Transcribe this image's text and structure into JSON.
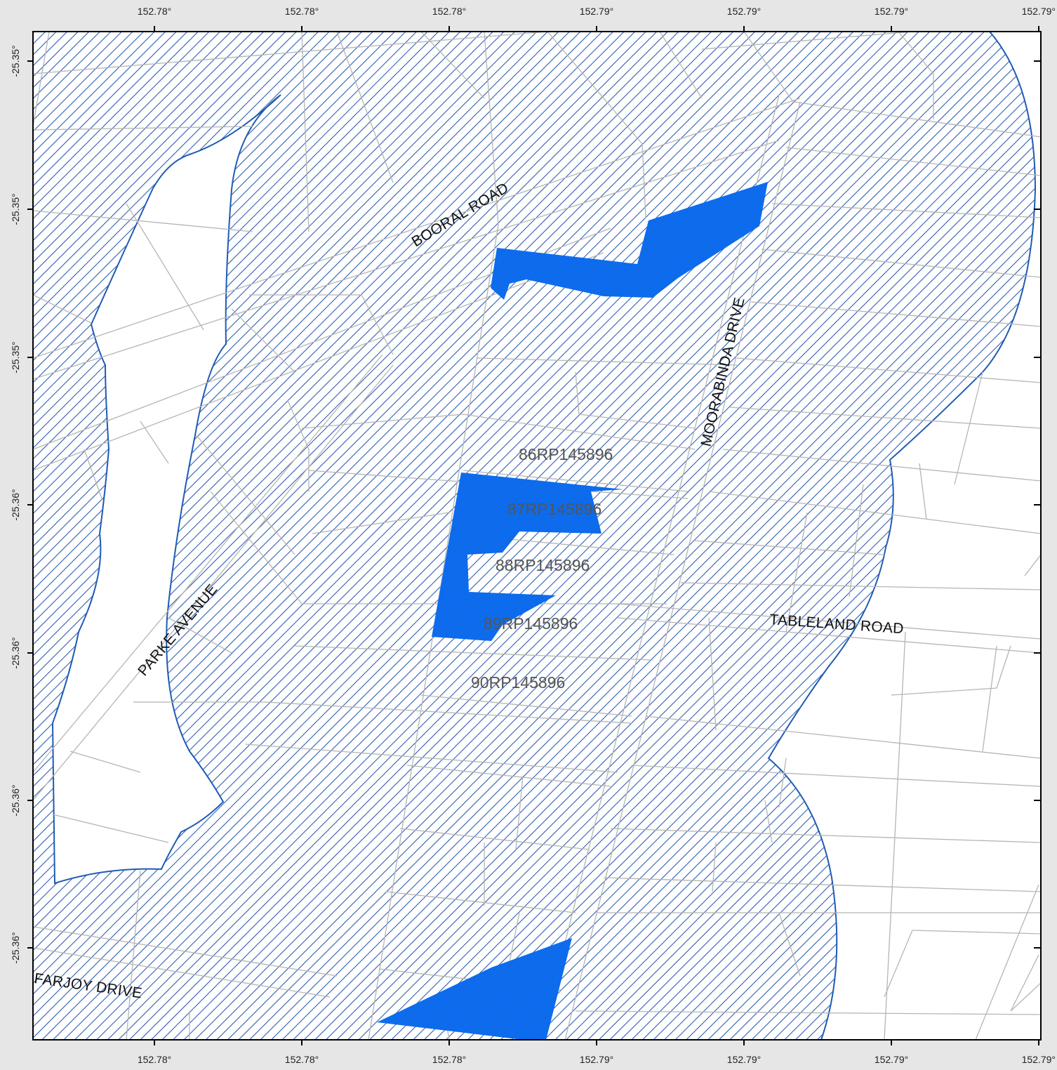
{
  "frame": {
    "top_ticks": [
      "152.78°",
      "152.78°",
      "152.78°",
      "152.79°",
      "152.79°",
      "152.79°",
      "152.79°"
    ],
    "bottom_ticks": [
      "152.78°",
      "152.78°",
      "152.78°",
      "152.79°",
      "152.79°",
      "152.79°",
      "152.79°"
    ],
    "left_ticks": [
      "-25.35°",
      "-25.35°",
      "-25.35°",
      "-25.36°",
      "-25.36°",
      "-25.36°",
      "-25.36°"
    ]
  },
  "roads": {
    "booral": "BOORAL ROAD",
    "moorabinda": "MOORABINDA DRIVE",
    "parke": "PARKE AVENUE",
    "tableland": "TABLELAND ROAD",
    "farjoy": "FARJOY DRIVE"
  },
  "parcels": [
    "86RP145896",
    "87RP145896",
    "88RP145896",
    "89RP145896",
    "90RP145896"
  ],
  "colors": {
    "hatch": "#2e5fb0",
    "boundary": "#1f5bb5",
    "highlight": "#0b6cf0",
    "parcel_line": "#b5b5b5",
    "frame": "#000000",
    "margin": "#e6e6e6"
  }
}
